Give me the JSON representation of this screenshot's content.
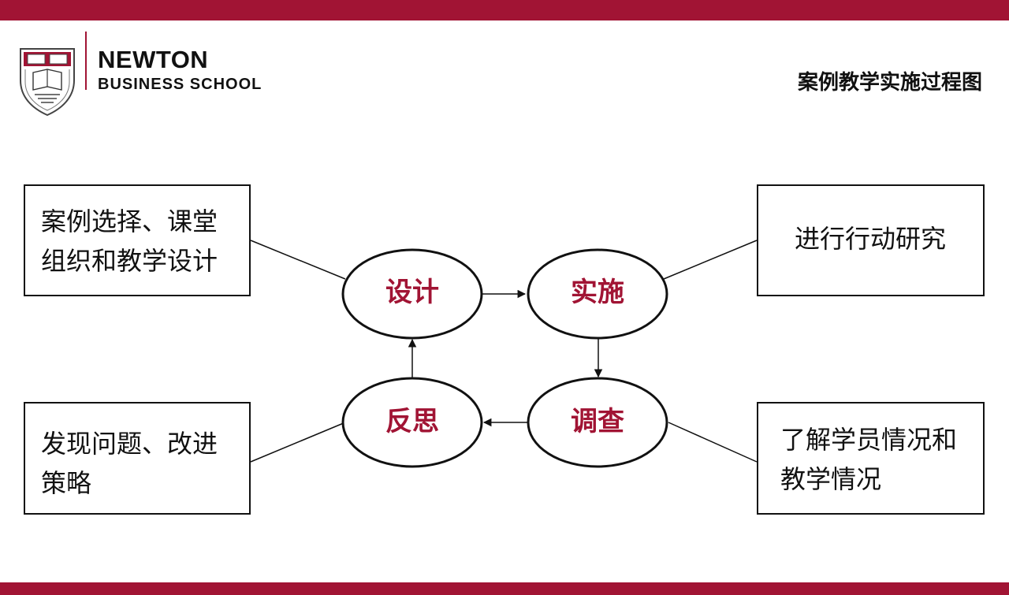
{
  "header": {
    "brand_name": "NEWTON",
    "brand_sub": "BUSINESS SCHOOL",
    "page_title": "案例教学实施过程图",
    "logo_icon": "shield-crest-icon"
  },
  "colors": {
    "accent": "#a11434",
    "text": "#111111",
    "background": "#ffffff"
  },
  "diagram": {
    "nodes": [
      {
        "label": "设计"
      },
      {
        "label": "实施"
      },
      {
        "label": "反思"
      },
      {
        "label": "调查"
      }
    ],
    "boxes": [
      {
        "lines": [
          "案例选择、课堂",
          "组织和教学设计"
        ]
      },
      {
        "lines": [
          "进行行动研究"
        ]
      },
      {
        "lines": [
          "发现问题、改进",
          "策略"
        ]
      },
      {
        "lines": [
          "了解学员情况和",
          "教学情况"
        ]
      }
    ]
  }
}
